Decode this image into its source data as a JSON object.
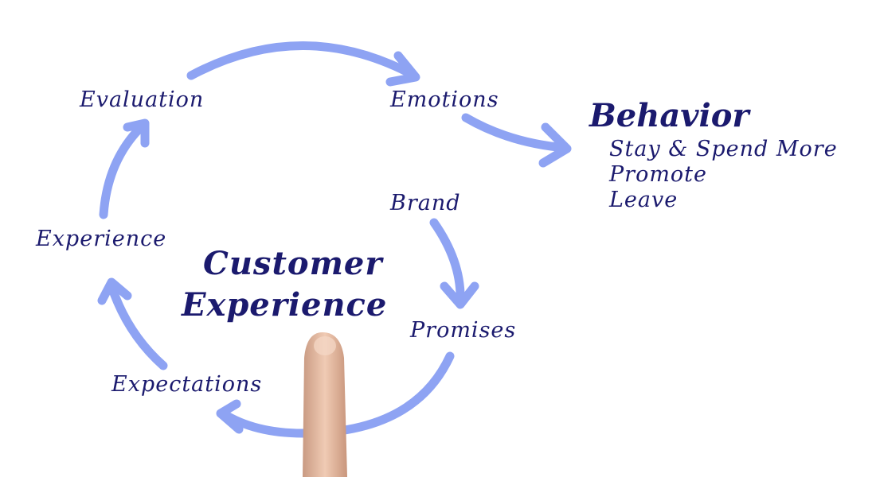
{
  "colors": {
    "text": "#1b1a6e",
    "arrow": "#8ea3f3",
    "finger": "#e3b9a0"
  },
  "center": {
    "line1": "Customer",
    "line2": "Experience"
  },
  "cycle": [
    "Evaluation",
    "Emotions",
    "Brand",
    "Promises",
    "Expectations",
    "Experience"
  ],
  "behavior": {
    "title": "Behavior",
    "items": [
      "Stay & Spend More",
      "Promote",
      "Leave"
    ]
  }
}
